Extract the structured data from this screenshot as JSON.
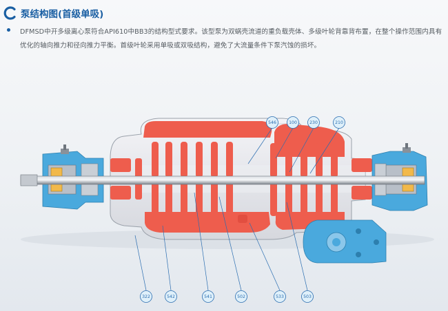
{
  "header": {
    "title": "泵结构图(首级单吸)"
  },
  "description": "DFMSD中开多级离心泵符合API610中BB3的结构型式要求。该型泵为双蜗壳流道的重负载壳体、多级叶轮背靠背布置，在整个操作范围内具有优化的轴向推力和径向推力平衡。首级叶轮采用单吸或双吸结构，避免了大流量条件下泵汽蚀的损坏。",
  "callouts": {
    "top": [
      "546",
      "100",
      "230",
      "210"
    ],
    "bottom": [
      "322",
      "542",
      "541",
      "502",
      "533",
      "503"
    ]
  },
  "colors": {
    "title": "#1a5fa3",
    "casing": "#ededf1",
    "flow_passage": "#ee5d4d",
    "bearing": "#4aa9dd",
    "callout_circle": "#dff0fa",
    "callout_text": "#2a6db0",
    "shaft": "#9aa0a6"
  }
}
